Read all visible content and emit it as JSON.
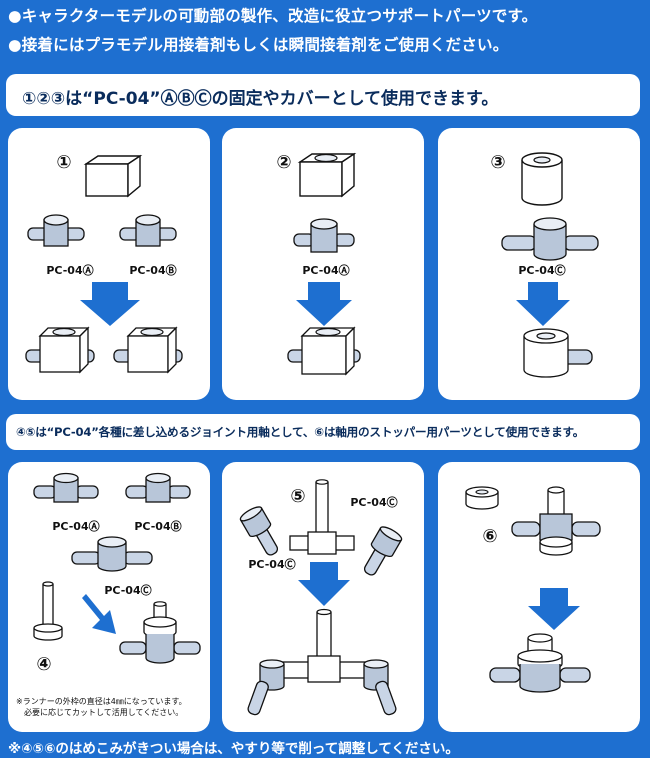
{
  "header": {
    "line1": "●キャラクターモデルの可動部の製作、改造に役立つサポートパーツです。",
    "line2": "●接着にはプラモデル用接着剤もしくは瞬間接着剤をご使用ください。"
  },
  "banner1": "①②③は“PC-04”ⒶⒷⒸの固定やカバーとして使用できます。",
  "banner2": "④⑤は“PC-04”各種に差し込めるジョイント用軸として、⑥は軸用のストッパー用パーツとして使用できます。",
  "panels": {
    "p1": {
      "step": "①",
      "labels": [
        "PC-04Ⓐ",
        "PC-04Ⓑ"
      ]
    },
    "p2": {
      "step": "②",
      "labels": [
        "PC-04Ⓐ"
      ]
    },
    "p3": {
      "step": "③",
      "labels": [
        "PC-04Ⓒ"
      ]
    },
    "p4": {
      "step": "④",
      "labels": [
        "PC-04Ⓐ",
        "PC-04Ⓑ",
        "PC-04Ⓒ"
      ],
      "note_line1": "※ランナーの外枠の直径は4㎜になっています。",
      "note_line2": "必要に応じてカットして活用してください。"
    },
    "p5": {
      "step": "⑤",
      "labels": [
        "PC-04Ⓒ",
        "PC-04Ⓒ"
      ]
    },
    "p6": {
      "step": "⑥"
    }
  },
  "footer": "※④⑤⑥のはめこみがきつい場合は、やすり等で削って調整してください。",
  "colors": {
    "background": "#1e6fd0",
    "arrow": "#1e6fd0",
    "part_fill": "#e9eef5",
    "outline": "#111111"
  }
}
